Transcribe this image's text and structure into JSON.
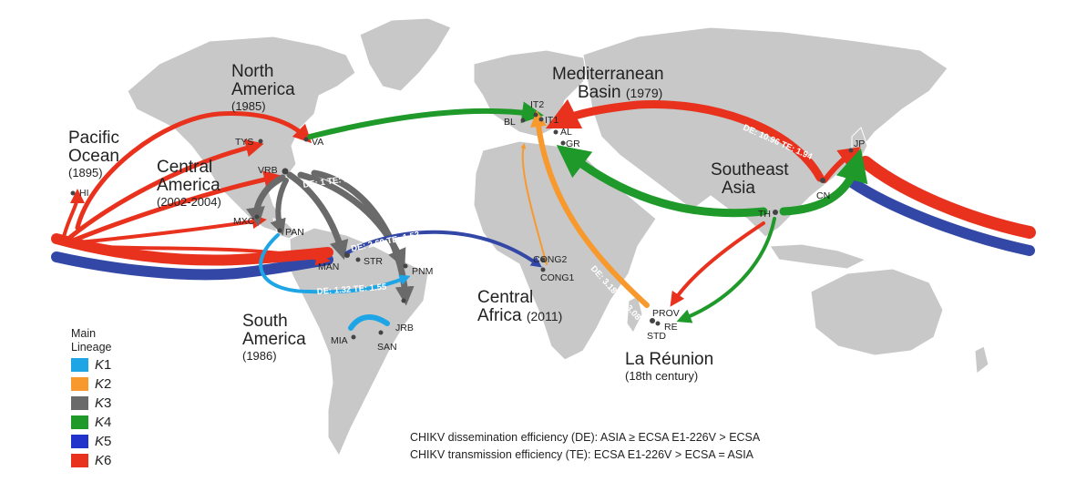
{
  "regions": {
    "pacific": {
      "name_line1": "Pacific",
      "name_line2": "Ocean",
      "year": "(1895)"
    },
    "north_america": {
      "name_line1": "North",
      "name_line2": "America",
      "year": "(1985)"
    },
    "central_america": {
      "name_line1": "Central",
      "name_line2": "America",
      "year": "(2002-2004)"
    },
    "south_america": {
      "name_line1": "South",
      "name_line2": "America",
      "year": "(1986)"
    },
    "mediterranean": {
      "name_line1": "Mediterranean",
      "name_line2": "Basin",
      "year": "(1979)"
    },
    "southeast_asia": {
      "name_line1": "Southeast",
      "name_line2": "Asia"
    },
    "central_africa": {
      "name_line1": "Central",
      "name_line2": "Africa",
      "year": "(2011)"
    },
    "la_reunion": {
      "name": "La Réunion",
      "year": "(18th century)"
    }
  },
  "sites": [
    "HI",
    "TYS",
    "VA",
    "VRB",
    "MXC",
    "PAN",
    "MAN",
    "STR",
    "PNM",
    "JRB",
    "MIA",
    "SAN",
    "BL",
    "IT2",
    "IT1",
    "AL",
    "GR",
    "CONG2",
    "CONG1",
    "PROV",
    "RE",
    "STD",
    "TH",
    "CN",
    "JP"
  ],
  "flow_labels": {
    "vrb": "DE: 1 TE: 1",
    "man": "DE: 2.69 TE: 1.53",
    "pan": "DE: 1.32 TE: 1.55",
    "africa": "DE: 3.18 TE: 3.08",
    "asia": "DE: 10.96 TE: 1.94"
  },
  "legend": {
    "title_line1": "Main",
    "title_line2": "Lineage",
    "items": [
      {
        "letter": "K",
        "num": "1",
        "color": "#1ea5e6"
      },
      {
        "letter": "K",
        "num": "2",
        "color": "#f8992e"
      },
      {
        "letter": "K",
        "num": "3",
        "color": "#6a6a6a"
      },
      {
        "letter": "K",
        "num": "4",
        "color": "#1f9a2a"
      },
      {
        "letter": "K",
        "num": "5",
        "color": "#2233cc"
      },
      {
        "letter": "K",
        "num": "6",
        "color": "#e8321e"
      }
    ]
  },
  "notes": {
    "de": "CHIKV dissemination efficiency (DE): ASIA ≥ ECSA E1-226V > ECSA",
    "te": "CHIKV transmission efficiency (TE): ECSA E1-226V > ECSA = ASIA"
  },
  "colors": {
    "K1": "#1ea5e6",
    "K2": "#f8992e",
    "K3": "#6a6a6a",
    "K4": "#1f9a2a",
    "K5": "#3348a6",
    "K6": "#e8321e",
    "land": "#c8c8c8"
  }
}
